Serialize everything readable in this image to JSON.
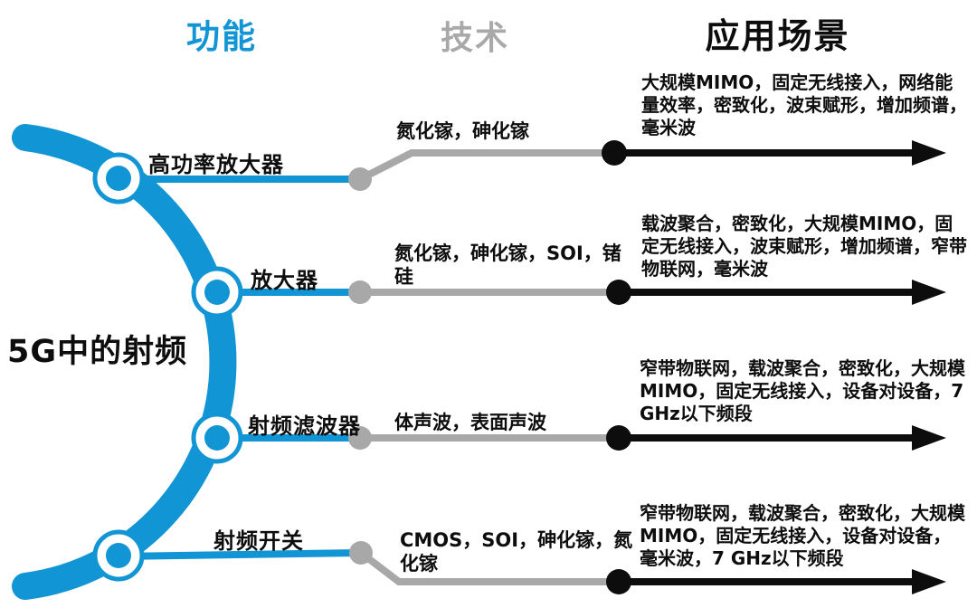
{
  "headers": {
    "function": "功能",
    "technology": "技术",
    "application": "应用场景"
  },
  "root": {
    "label": "5G中的射频"
  },
  "colors": {
    "blue": "#1295d4",
    "gray_line": "#a8a8a8",
    "gray_header": "#a9a9a9",
    "black": "#0d0d0d"
  },
  "icons": {
    "branch_arc": "blue-arc-spine",
    "node": "blue-ring-node-icon",
    "gray_dot": "gray-junction-dot-icon",
    "black_dot": "black-junction-dot-icon",
    "arrow": "right-arrow-icon"
  },
  "rows": [
    {
      "function": "高功率放大器",
      "technology": "氮化镓，砷化镓",
      "applications": "大规模MIMO，固定无线接入，网络能量效率，密致化，波束赋形，增加频谱，毫米波"
    },
    {
      "function": "放大器",
      "technology": "氮化镓，砷化镓，SOI，锗硅",
      "applications": "载波聚合，密致化，大规模MIMO，固定无线接入，波束赋形，增加频谱，窄带物联网，毫米波"
    },
    {
      "function": "射频滤波器",
      "technology": "体声波，表面声波",
      "applications": "窄带物联网，载波聚合，密致化，大规模MIMO，固定无线接入，设备对设备，7 GHz以下频段"
    },
    {
      "function": "射频开关",
      "technology": "CMOS，SOI，砷化镓，氮化镓",
      "applications": "窄带物联网，载波聚合，密致化，大规模MIMO，固定无线接入，设备对设备，毫米波，7 GHz以下频段"
    }
  ]
}
